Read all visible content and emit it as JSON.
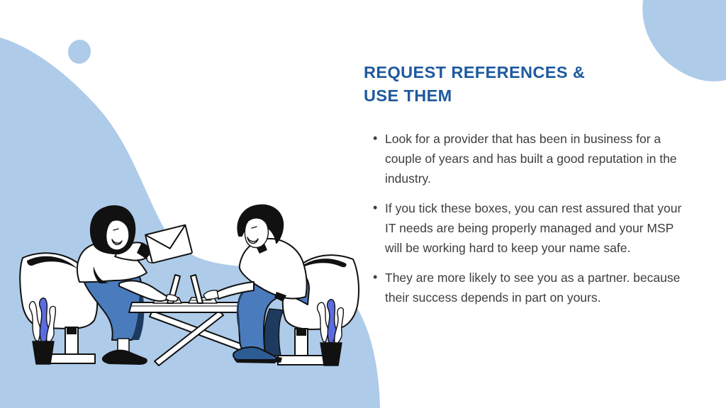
{
  "slide": {
    "title": {
      "line1": "REQUEST REFERENCES &",
      "line2": "USE THEM"
    },
    "bullets": [
      "Look for a provider that has been in business for a couple of years and has built a good reputation in the industry.",
      "If you tick these boxes, you can rest assured that your IT needs are being properly managed and your MSP will be working hard to keep your name safe.",
      "They are more likely to see you as a partner. because their success depends in part on yours."
    ]
  },
  "illustration": {
    "name": "two-people-meeting-at-table",
    "elements": [
      "woman-holding-envelope",
      "man-at-laptop",
      "envelope-icon",
      "laptop-icon-left",
      "laptop-icon-right",
      "table",
      "armchair-left",
      "armchair-right",
      "potted-plant-left",
      "potted-plant-right"
    ]
  },
  "colors": {
    "background": "#ffffff",
    "blob_light_blue": "#aecbe9",
    "title_blue": "#1e5a9e",
    "body_text": "#3d3d3d",
    "figure_pants_blue": "#4a7cbd",
    "figure_shadow_navy": "#1e3a5f",
    "plant_accent_blue": "#5b6ce1",
    "outline_black": "#111111"
  }
}
